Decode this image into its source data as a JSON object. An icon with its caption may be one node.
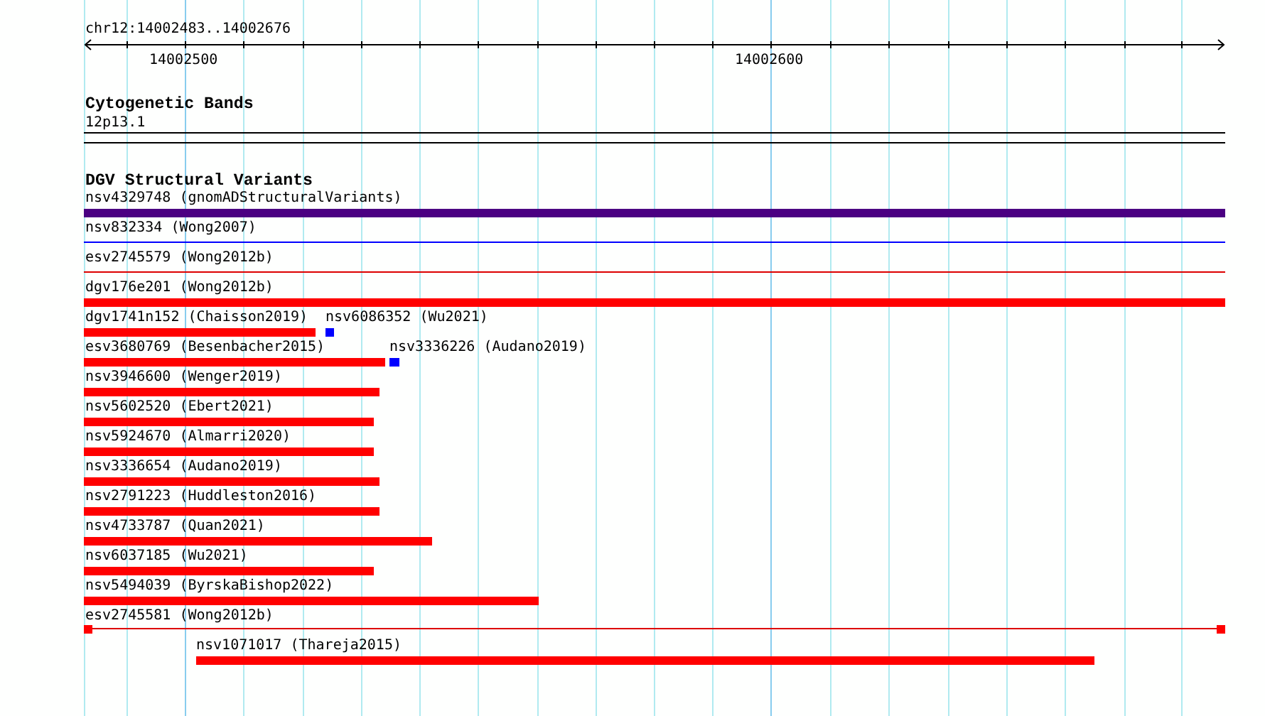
{
  "diagram": {
    "nodes": [
      {
        "text": [
          "nsv4329748 (gnomADStructuralVariants)"
        ]
      },
      {
        "text": [
          "nsv832334 (Wong2007)"
        ]
      },
      {
        "text": [
          "esv2745579 (Wong2012b)"
        ]
      },
      {
        "text": [
          "dgv176e201 (Wong2012b)"
        ]
      },
      {
        "text": [
          "dgv1741n152 (Chaisson2019)"
        ]
      },
      {
        "text": [
          "nsv6086352 (Wu2021)"
        ]
      },
      {
        "text": [
          "esv3680769 (Besenbacher2015)"
        ]
      },
      {
        "text": [
          "nsv3336226 (Audano2019)"
        ]
      },
      {
        "text": [
          "nsv3946600 (Wenger2019)"
        ]
      },
      {
        "text": [
          "nsv5602520 (Ebert2021)"
        ]
      },
      {
        "text": [
          "nsv5924670 (Almarri2020)"
        ]
      },
      {
        "text": [
          "nsv3336654 (Audano2019)"
        ]
      },
      {
        "text": [
          "nsv2791223 (Huddleston2016)"
        ]
      },
      {
        "text": [
          "nsv4733787 (Quan2021)"
        ]
      },
      {
        "text": [
          "nsv6037185 (Wu2021)"
        ]
      },
      {
        "text": [
          "nsv5494039 (ByrskaBishop2022)"
        ]
      },
      {
        "text": [
          "esv2745581 (Wong2012b)"
        ]
      },
      {
        "text": [
          "nsv1071017 (Thareja2015)"
        ]
      }
    ],
    "labels": [
      "chr12:14002483..14002676",
      "14002500",
      "14002600",
      "Cytogenetic Bands",
      "12p13.1",
      "DGV Structural Variants"
    ]
  }
}
